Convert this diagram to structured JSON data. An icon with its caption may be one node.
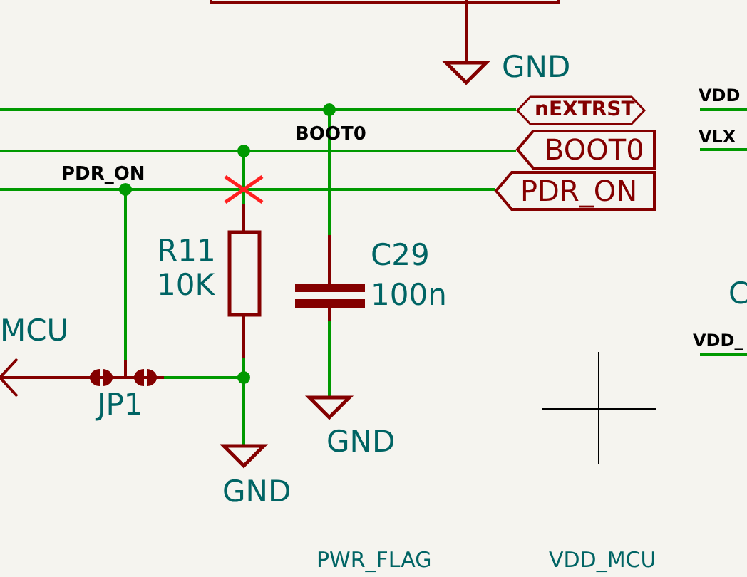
{
  "diagram": {
    "nodes": [
      {
        "text": [
          "nEXTRST"
        ]
      },
      {
        "text": [
          "BOOT0"
        ]
      },
      {
        "text": [
          "PDR_ON"
        ]
      },
      {
        "text": [
          "R11",
          "10K"
        ]
      },
      {
        "text": [
          "C29",
          "100n"
        ]
      },
      {
        "text": [
          "JP1"
        ]
      },
      {
        "text": [
          "GND"
        ]
      },
      {
        "text": [
          "GND"
        ]
      },
      {
        "text": [
          "GND"
        ]
      },
      {
        "text": [
          "MCU"
        ]
      }
    ],
    "edges": [
      {
        "from": null,
        "to": 0,
        "arrow": "none"
      },
      {
        "from": null,
        "to": 1,
        "arrow": "none"
      },
      {
        "from": null,
        "to": 2,
        "arrow": "none"
      },
      {
        "from": 4,
        "to": 0,
        "arrow": "none"
      },
      {
        "from": 3,
        "to": 1,
        "arrow": "none"
      },
      {
        "from": 5,
        "to": 2,
        "arrow": "none"
      },
      {
        "from": 5,
        "to": 3,
        "arrow": "none"
      },
      {
        "from": 3,
        "to": 7,
        "arrow": "none"
      },
      {
        "from": 4,
        "to": 8,
        "arrow": "none"
      },
      {
        "from": null,
        "to": 6,
        "arrow": "none",
        "color": "#840000"
      },
      {
        "from": 9,
        "to": 5,
        "arrow": "none",
        "color": "#840000"
      }
    ],
    "labels": [
      "BOOT0",
      "PDR_ON",
      "VDD",
      "VLX",
      "C",
      "VDD_",
      "PWR_FLAG",
      "VDD_MCU"
    ]
  }
}
